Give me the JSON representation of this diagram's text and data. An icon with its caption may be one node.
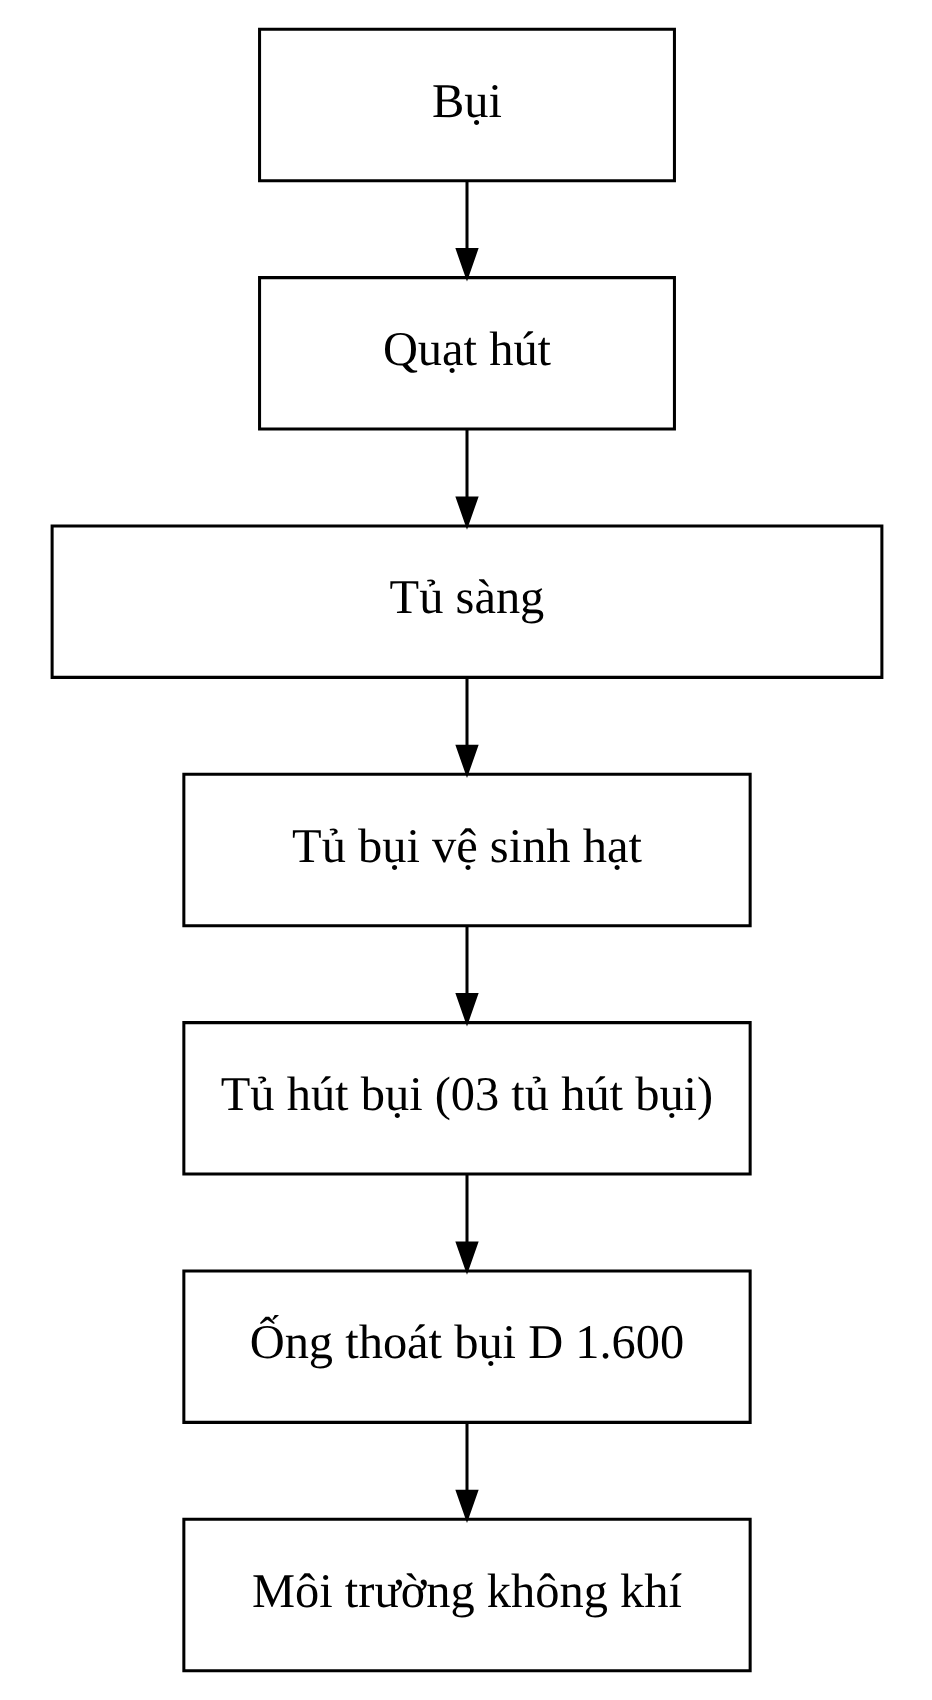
{
  "diagram": {
    "nodes": [
      {
        "text": [
          "Bụi"
        ]
      },
      {
        "text": [
          "Quạt hút"
        ]
      },
      {
        "text": [
          "Tủ sàng"
        ]
      },
      {
        "text": [
          "Tủ bụi vệ sinh hạt"
        ]
      },
      {
        "text": [
          "Tủ hút bụi (03 tủ hút bụi)"
        ]
      },
      {
        "text": [
          "Ống thoát bụi D 1.600"
        ]
      },
      {
        "text": [
          "Môi trường không khí"
        ]
      }
    ],
    "edges": [
      {
        "from": 0,
        "to": 1,
        "arrow": "to"
      },
      {
        "from": 1,
        "to": 2,
        "arrow": "to"
      },
      {
        "from": 2,
        "to": 3,
        "arrow": "to"
      },
      {
        "from": 3,
        "to": 4,
        "arrow": "to"
      },
      {
        "from": 4,
        "to": 5,
        "arrow": "to"
      },
      {
        "from": 5,
        "to": 6,
        "arrow": "to"
      }
    ]
  }
}
